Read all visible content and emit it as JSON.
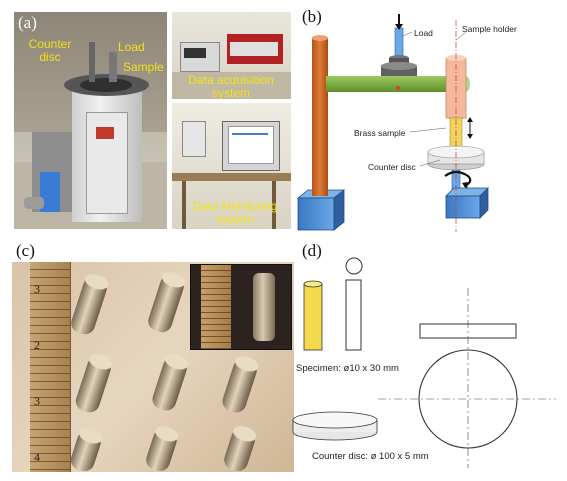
{
  "panel_a": {
    "letter": "(a)",
    "labels": {
      "counter_disc": "Counter\ndisc",
      "load": "Load",
      "sample": "Sample",
      "data_acquisition": "Data acquisition\nsystem",
      "data_monitoring": "Data Monitoring\nsystem"
    }
  },
  "panel_b": {
    "letter": "(b)",
    "labels": {
      "load": "Load",
      "sample_holder": "Sample holder",
      "brass_sample": "Brass sample",
      "counter_disc": "Counter disc"
    },
    "colors": {
      "pillar": "#d2691e",
      "arm": "#7cb342",
      "base": "#4a90d9",
      "brass": "#f2d35e",
      "holder": "#f4b89a",
      "disc": "#e6e6e6"
    }
  },
  "panel_c": {
    "letter": "(c)"
  },
  "panel_d": {
    "letter": "(d)",
    "specimen_caption": "Specimen: ø10 x 30 mm",
    "disc_caption": "Counter disc: ø 100 x 5 mm",
    "colors": {
      "specimen": "#f4d94e"
    }
  }
}
